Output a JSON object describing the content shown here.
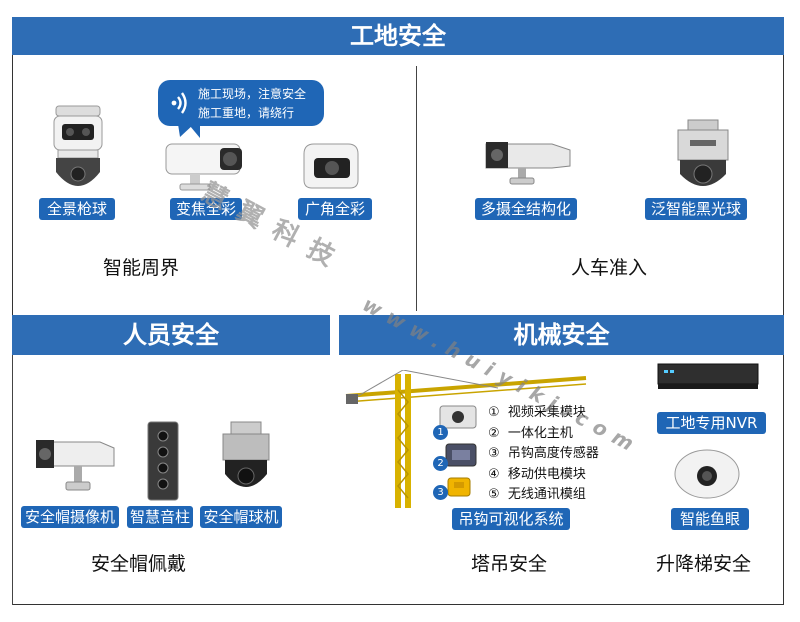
{
  "sections": {
    "site_security": "工地安全",
    "personnel_safety": "人员安全",
    "machinery_safety": "机械安全"
  },
  "bubble": {
    "line1": "施工现场，注意安全",
    "line2": "施工重地，请绕行"
  },
  "tags": {
    "panorama_gun": "全景枪球",
    "zoom_color": "变焦全彩",
    "wide_color": "广角全彩",
    "multi_structured": "多摄全结构化",
    "smart_dark_dome": "泛智能黑光球",
    "helmet_camera": "安全帽摄像机",
    "smart_speaker": "智慧音柱",
    "helmet_dome": "安全帽球机",
    "hook_visual": "吊钩可视化系统",
    "site_nvr": "工地专用NVR",
    "smart_fisheye": "智能鱼眼"
  },
  "captions": {
    "perimeter": "智能周界",
    "access": "人车准入",
    "helmet": "安全帽佩戴",
    "crane": "塔吊安全",
    "elevator": "升降梯安全"
  },
  "crane_list": [
    {
      "n": "①",
      "text": "视频采集模块"
    },
    {
      "n": "②",
      "text": "一体化主机"
    },
    {
      "n": "③",
      "text": "吊钩高度传感器"
    },
    {
      "n": "④",
      "text": "移动供电模块"
    },
    {
      "n": "⑤",
      "text": "无线通讯模组"
    }
  ],
  "crane_markers": [
    "1",
    "2",
    "3"
  ],
  "watermark": {
    "cn": "慧翼科技",
    "url": "www.huiyikj.com"
  }
}
